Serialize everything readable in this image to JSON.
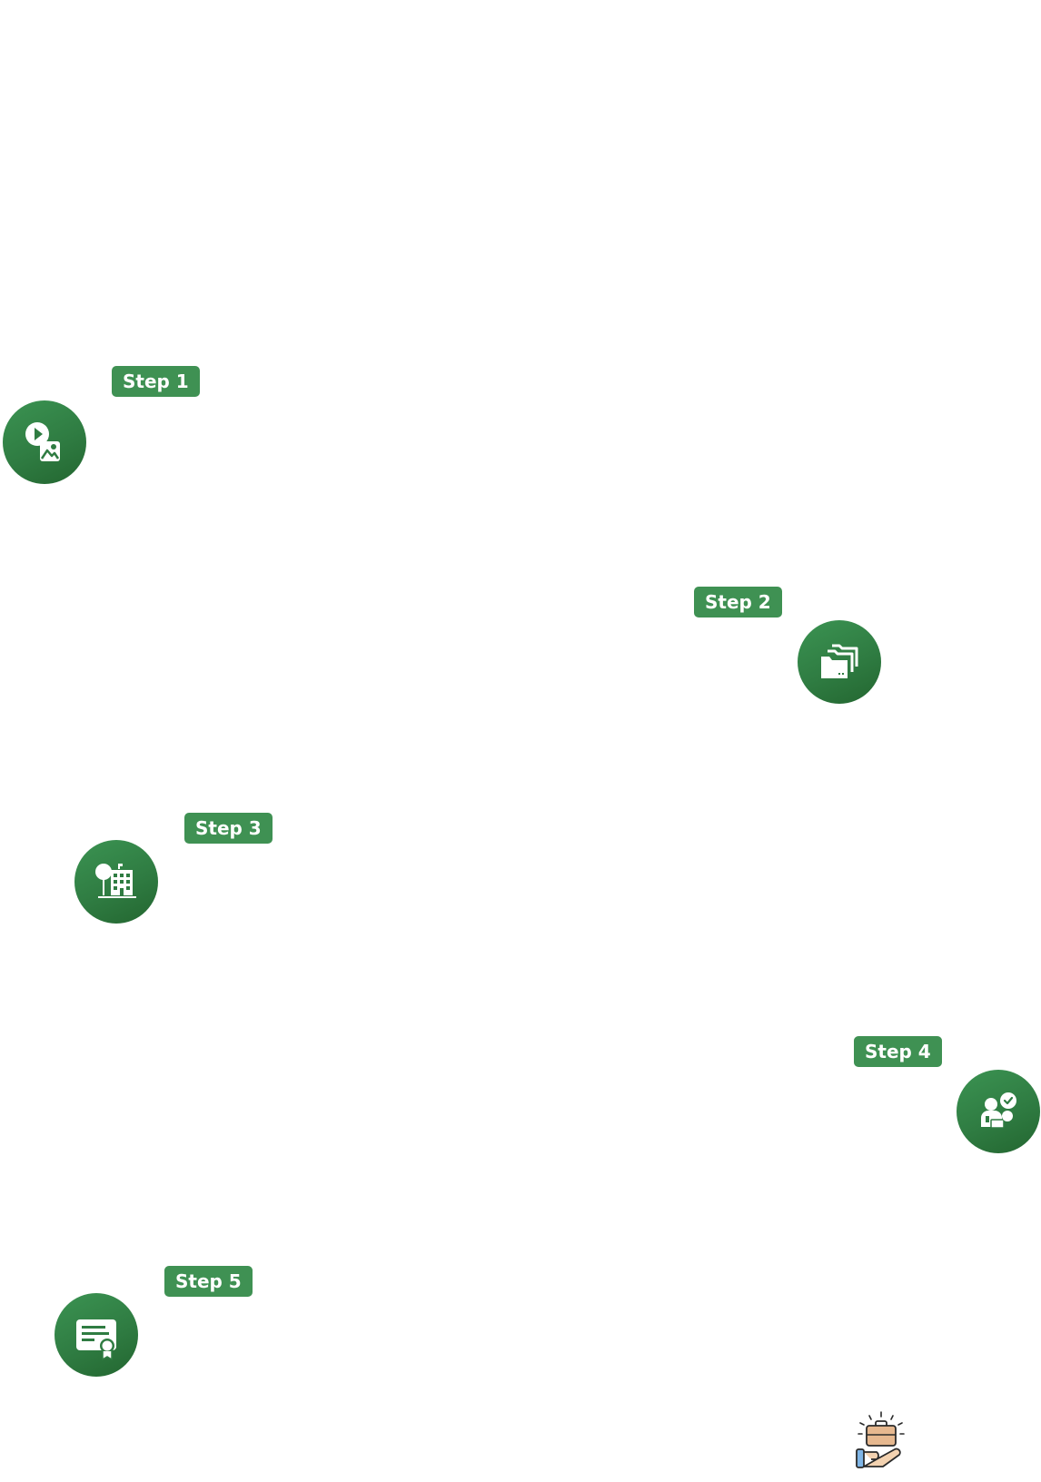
{
  "steps": [
    {
      "label": "Step 1",
      "icon": "media-icon"
    },
    {
      "label": "Step 2",
      "icon": "folders-icon"
    },
    {
      "label": "Step 3",
      "icon": "building-icon"
    },
    {
      "label": "Step 4",
      "icon": "interview-icon"
    },
    {
      "label": "Step 5",
      "icon": "certificate-icon"
    }
  ],
  "end_icon": "job-offer-icon",
  "colors": {
    "badge": "#3f9153",
    "circle_light": "#3b9352",
    "circle_dark": "#236630",
    "icon": "#ffffff"
  }
}
